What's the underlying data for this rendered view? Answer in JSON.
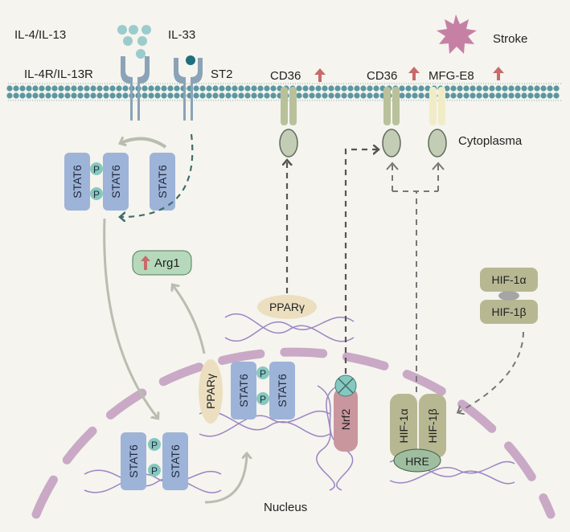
{
  "labels": {
    "il4_il13": "IL-4/IL-13",
    "il33": "IL-33",
    "il4r_il13r": "IL-4R/IL-13R",
    "st2": "ST2",
    "stroke": "Stroke",
    "cd36_left": "CD36",
    "cd36_right": "CD36",
    "mfge8": "MFG-E8",
    "cytoplasma": "Cytoplasma",
    "nucleus": "Nucleus",
    "arg1": "Arg1",
    "ppar_top": "PPARγ",
    "ppar_side": "PPARγ",
    "stat6": "STAT6",
    "p": "P",
    "nrf2": "Nrf2",
    "hif1a": "HIF-1α",
    "hif1b": "HIF-1β",
    "hre": "HRE"
  },
  "colors": {
    "background": "#f5f4ee",
    "membrane": "#5b97a0",
    "stat6": "#9eb3d8",
    "phospho": "#86c8bf",
    "receptor": "#8aa3b7",
    "ligand": "#9ccbcc",
    "cd36": "#b9c19b",
    "mfge8": "#f0ecc8",
    "hif": "#b7b892",
    "hre": "#9fbea0",
    "arg1": "#b5d9ba",
    "ppar": "#ecdfc0",
    "nrf2": "#c9969e",
    "nucleus_envelope": "#c9a9c6",
    "dna": "#9a85c4",
    "arrow_gray": "#b9bdb0",
    "arrow_dark": "#555555",
    "up_arrow": "#c86a6a",
    "stroke_burst": "#c680a4"
  },
  "icons": [
    "up-arrow-icon",
    "stroke-burst-icon",
    "phosphate-icon",
    "inhibition-x-icon"
  ]
}
